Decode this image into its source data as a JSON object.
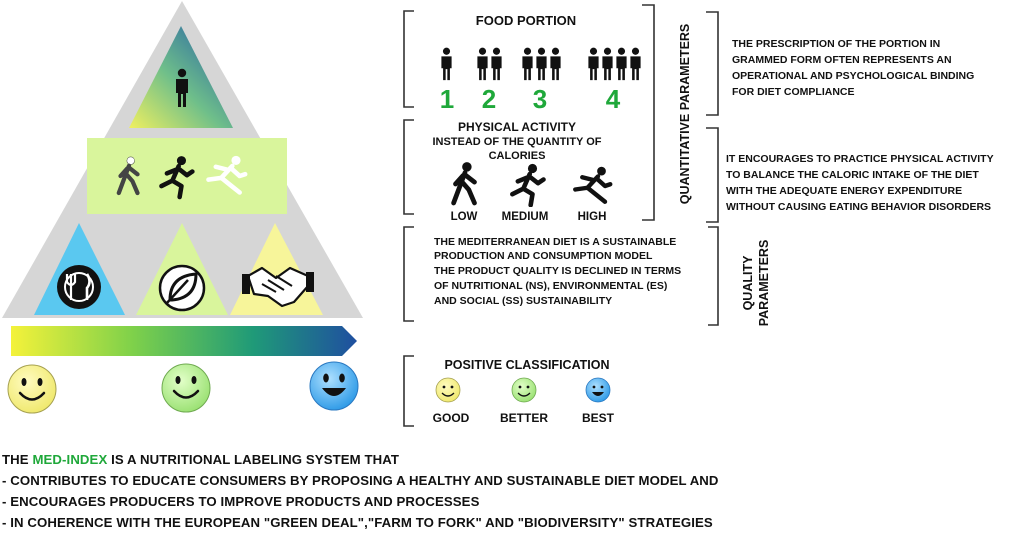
{
  "colors": {
    "title_green": "#1fa83a",
    "tier_light_green": "#d9f59c",
    "tier_blue": "#5ac8f0",
    "tier_yellow": "#f7f59a",
    "smiley_yellow": "#f6f28a",
    "smiley_green": "#b6f08a",
    "smiley_blue": "#3aa9ee"
  },
  "food_portion": {
    "title": "FOOD PORTION",
    "items": [
      {
        "number": "1",
        "icon": "person-icon",
        "count": 1
      },
      {
        "number": "2",
        "icon": "person-icon",
        "count": 2
      },
      {
        "number": "3",
        "icon": "person-icon",
        "count": 3
      },
      {
        "number": "4",
        "icon": "person-icon",
        "count": 4
      }
    ]
  },
  "physical_activity": {
    "title": "PHYSICAL ACTIVITY",
    "subtitle_line1": "INSTEAD OF THE QUANTITY OF",
    "subtitle_line2": "CALORIES",
    "levels": [
      {
        "label": "LOW",
        "icon": "walking-icon"
      },
      {
        "label": "MEDIUM",
        "icon": "running-icon"
      },
      {
        "label": "HIGH",
        "icon": "sprinting-icon"
      }
    ]
  },
  "sustainability": {
    "lines": [
      "THE MEDITERRANEAN DIET IS A SUSTAINABLE",
      "PRODUCTION AND CONSUMPTION MODEL",
      "THE PRODUCT QUALITY IS DECLINED IN TERMS",
      "OF NUTRITIONAL (NS), ENVIRONMENTAL (ES)",
      "AND SOCIAL (SS) SUSTAINABILITY"
    ]
  },
  "quantitative_parameters": {
    "label": "QUANTITATIVE PARAMETERS",
    "portion_note": [
      "THE PRESCRIPTION OF THE PORTION IN",
      "GRAMMED FORM OFTEN REPRESENTS AN",
      "OPERATIONAL AND PSYCHOLOGICAL BINDING",
      "FOR DIET COMPLIANCE"
    ],
    "activity_note": [
      "IT ENCOURAGES TO PRACTICE PHYSICAL ACTIVITY",
      "TO BALANCE THE CALORIC INTAKE OF THE DIET",
      "WITH THE ADEQUATE ENERGY EXPENDITURE",
      "WITHOUT CAUSING EATING BEHAVIOR DISORDERS"
    ]
  },
  "quality_parameters": {
    "label_line1": "QUALITY",
    "label_line2": "PARAMETERS"
  },
  "positive_classification": {
    "title": "POSITIVE CLASSIFICATION",
    "items": [
      {
        "label": "GOOD",
        "icon": "smiley-icon"
      },
      {
        "label": "BETTER",
        "icon": "smiley-icon"
      },
      {
        "label": "BEST",
        "icon": "smiley-icon"
      }
    ]
  },
  "pyramid": {
    "top_icon": "person-icon",
    "middle_icons": [
      "walking-icon",
      "running-icon",
      "sprinting-icon"
    ],
    "bottom_icons": [
      "plate-cutlery-icon",
      "leaf-icon",
      "handshake-icon"
    ],
    "scale_icons": [
      "smiley-icon",
      "smiley-icon",
      "smiley-icon"
    ]
  },
  "footer": {
    "line1_prefix": "THE ",
    "line1_highlight": "MED-INDEX",
    "line1_suffix": " IS A NUTRITIONAL LABELING SYSTEM THAT",
    "line2": "- CONTRIBUTES TO EDUCATE CONSUMERS BY PROPOSING A HEALTHY AND SUSTAINABLE DIET MODEL AND",
    "line3": "- ENCOURAGES PRODUCERS TO IMPROVE PRODUCTS AND PROCESSES",
    "line4": "- IN COHERENCE WITH THE EUROPEAN \"GREEN DEAL\",\"FARM TO FORK\" AND \"BIODIVERSITY\" STRATEGIES"
  }
}
